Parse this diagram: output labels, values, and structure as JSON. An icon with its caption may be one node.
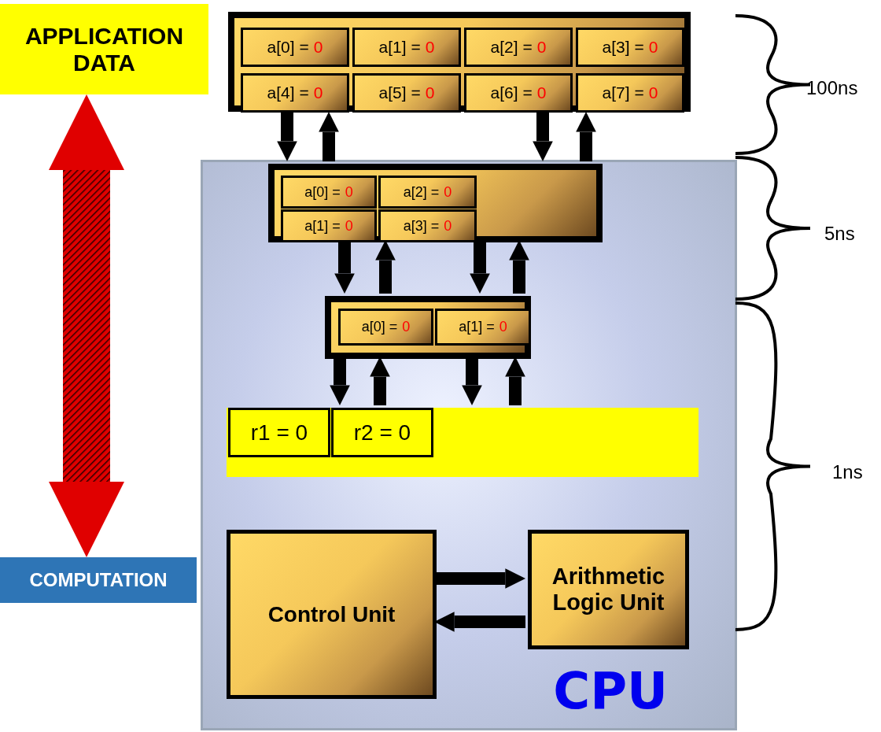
{
  "diagram": {
    "nodes": [
      {
        "text": [
          "APPLICATION DATA"
        ]
      },
      {
        "text": [
          "COMPUTATION"
        ]
      },
      {
        "text": [],
        "shape": "box"
      },
      {
        "text": [
          "a[0] =",
          "0"
        ],
        "in": 2
      },
      {
        "text": [
          "a[1] =",
          "0"
        ],
        "in": 2
      },
      {
        "text": [
          "a[2] =",
          "0"
        ],
        "in": 2
      },
      {
        "text": [
          "a[3] =",
          "0"
        ],
        "in": 2
      },
      {
        "text": [
          "a[4] =",
          "0"
        ],
        "in": 2
      },
      {
        "text": [
          "a[5] =",
          "0"
        ],
        "in": 2
      },
      {
        "text": [
          "a[6] =",
          "0"
        ],
        "in": 2
      },
      {
        "text": [
          "a[7] =",
          "0"
        ],
        "in": 2
      },
      {
        "text": [
          "CPU"
        ]
      },
      {
        "text": [],
        "shape": "box",
        "in": 11
      },
      {
        "text": [
          "a[0] =",
          "0"
        ],
        "in": 12
      },
      {
        "text": [
          "a[2] =",
          "0"
        ],
        "in": 12
      },
      {
        "text": [
          "a[1] =",
          "0"
        ],
        "in": 12
      },
      {
        "text": [
          "a[3] =",
          "0"
        ],
        "in": 12
      },
      {
        "text": [],
        "shape": "box",
        "in": 11
      },
      {
        "text": [
          "a[0] =",
          "0"
        ],
        "in": 17
      },
      {
        "text": [
          "a[1] =",
          "0"
        ],
        "in": 17
      },
      {
        "text": [],
        "shape": "bar",
        "in": 11
      },
      {
        "text": [
          "r1 = 0"
        ],
        "in": 20
      },
      {
        "text": [
          "r2 = 0"
        ],
        "in": 20
      },
      {
        "text": [
          "Control Unit"
        ],
        "in": 11
      },
      {
        "text": [
          "Arithmetic Logic Unit"
        ],
        "in": 11
      }
    ],
    "edges": [
      {
        "from": 0,
        "to": 1,
        "arrow": "both",
        "color": "#e00000"
      },
      {
        "from": 2,
        "to": 12,
        "arrow": "to"
      },
      {
        "from": 12,
        "to": 2,
        "arrow": "to"
      },
      {
        "from": 2,
        "to": 12,
        "arrow": "to"
      },
      {
        "from": 12,
        "to": 2,
        "arrow": "to"
      },
      {
        "from": 12,
        "to": 17,
        "arrow": "to"
      },
      {
        "from": 17,
        "to": 12,
        "arrow": "to"
      },
      {
        "from": 12,
        "to": 17,
        "arrow": "to"
      },
      {
        "from": 17,
        "to": 12,
        "arrow": "to"
      },
      {
        "from": 17,
        "to": 20,
        "arrow": "to"
      },
      {
        "from": 20,
        "to": 17,
        "arrow": "to"
      },
      {
        "from": 17,
        "to": 20,
        "arrow": "to"
      },
      {
        "from": 20,
        "to": 17,
        "arrow": "to"
      },
      {
        "from": 23,
        "to": 24,
        "arrow": "to"
      },
      {
        "from": 24,
        "to": 23,
        "arrow": "to"
      }
    ],
    "labels": [
      "100ns",
      "5ns",
      "1ns"
    ]
  }
}
